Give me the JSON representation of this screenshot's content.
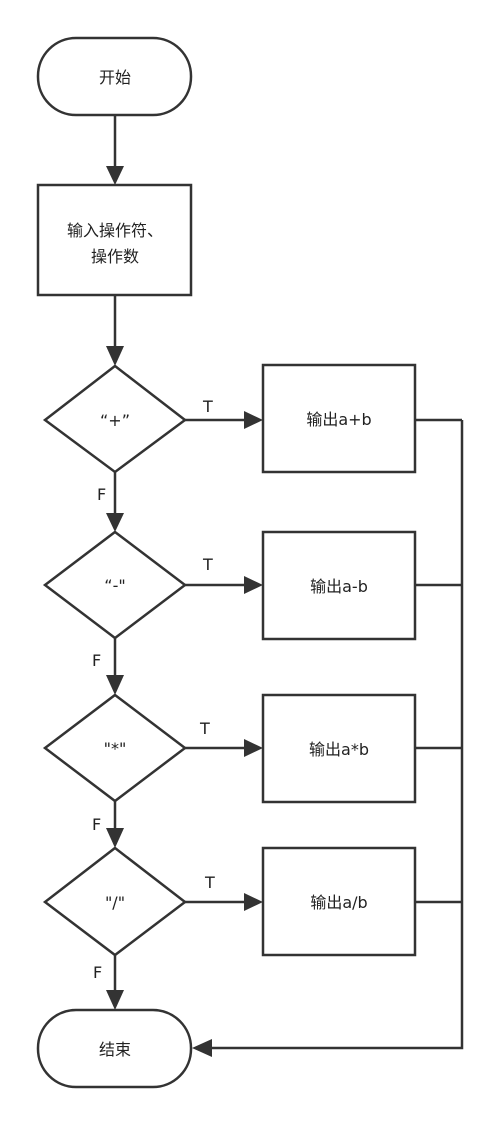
{
  "flowchart": {
    "start": {
      "label": "开始"
    },
    "input": {
      "lines": [
        "输入操作符、",
        "操作数"
      ]
    },
    "conditions": [
      {
        "label": "“+”",
        "true_label": "T",
        "false_label": "F",
        "output": "输出a+b"
      },
      {
        "label": "“-\"",
        "true_label": "T",
        "false_label": "F",
        "output": "输出a-b"
      },
      {
        "label": "\"*\"",
        "true_label": "T",
        "false_label": "F",
        "output": "输出a*b"
      },
      {
        "label": "\"/\"",
        "true_label": "T",
        "false_label": "F",
        "output": "输出a/b"
      }
    ],
    "end": {
      "label": "结束"
    }
  }
}
